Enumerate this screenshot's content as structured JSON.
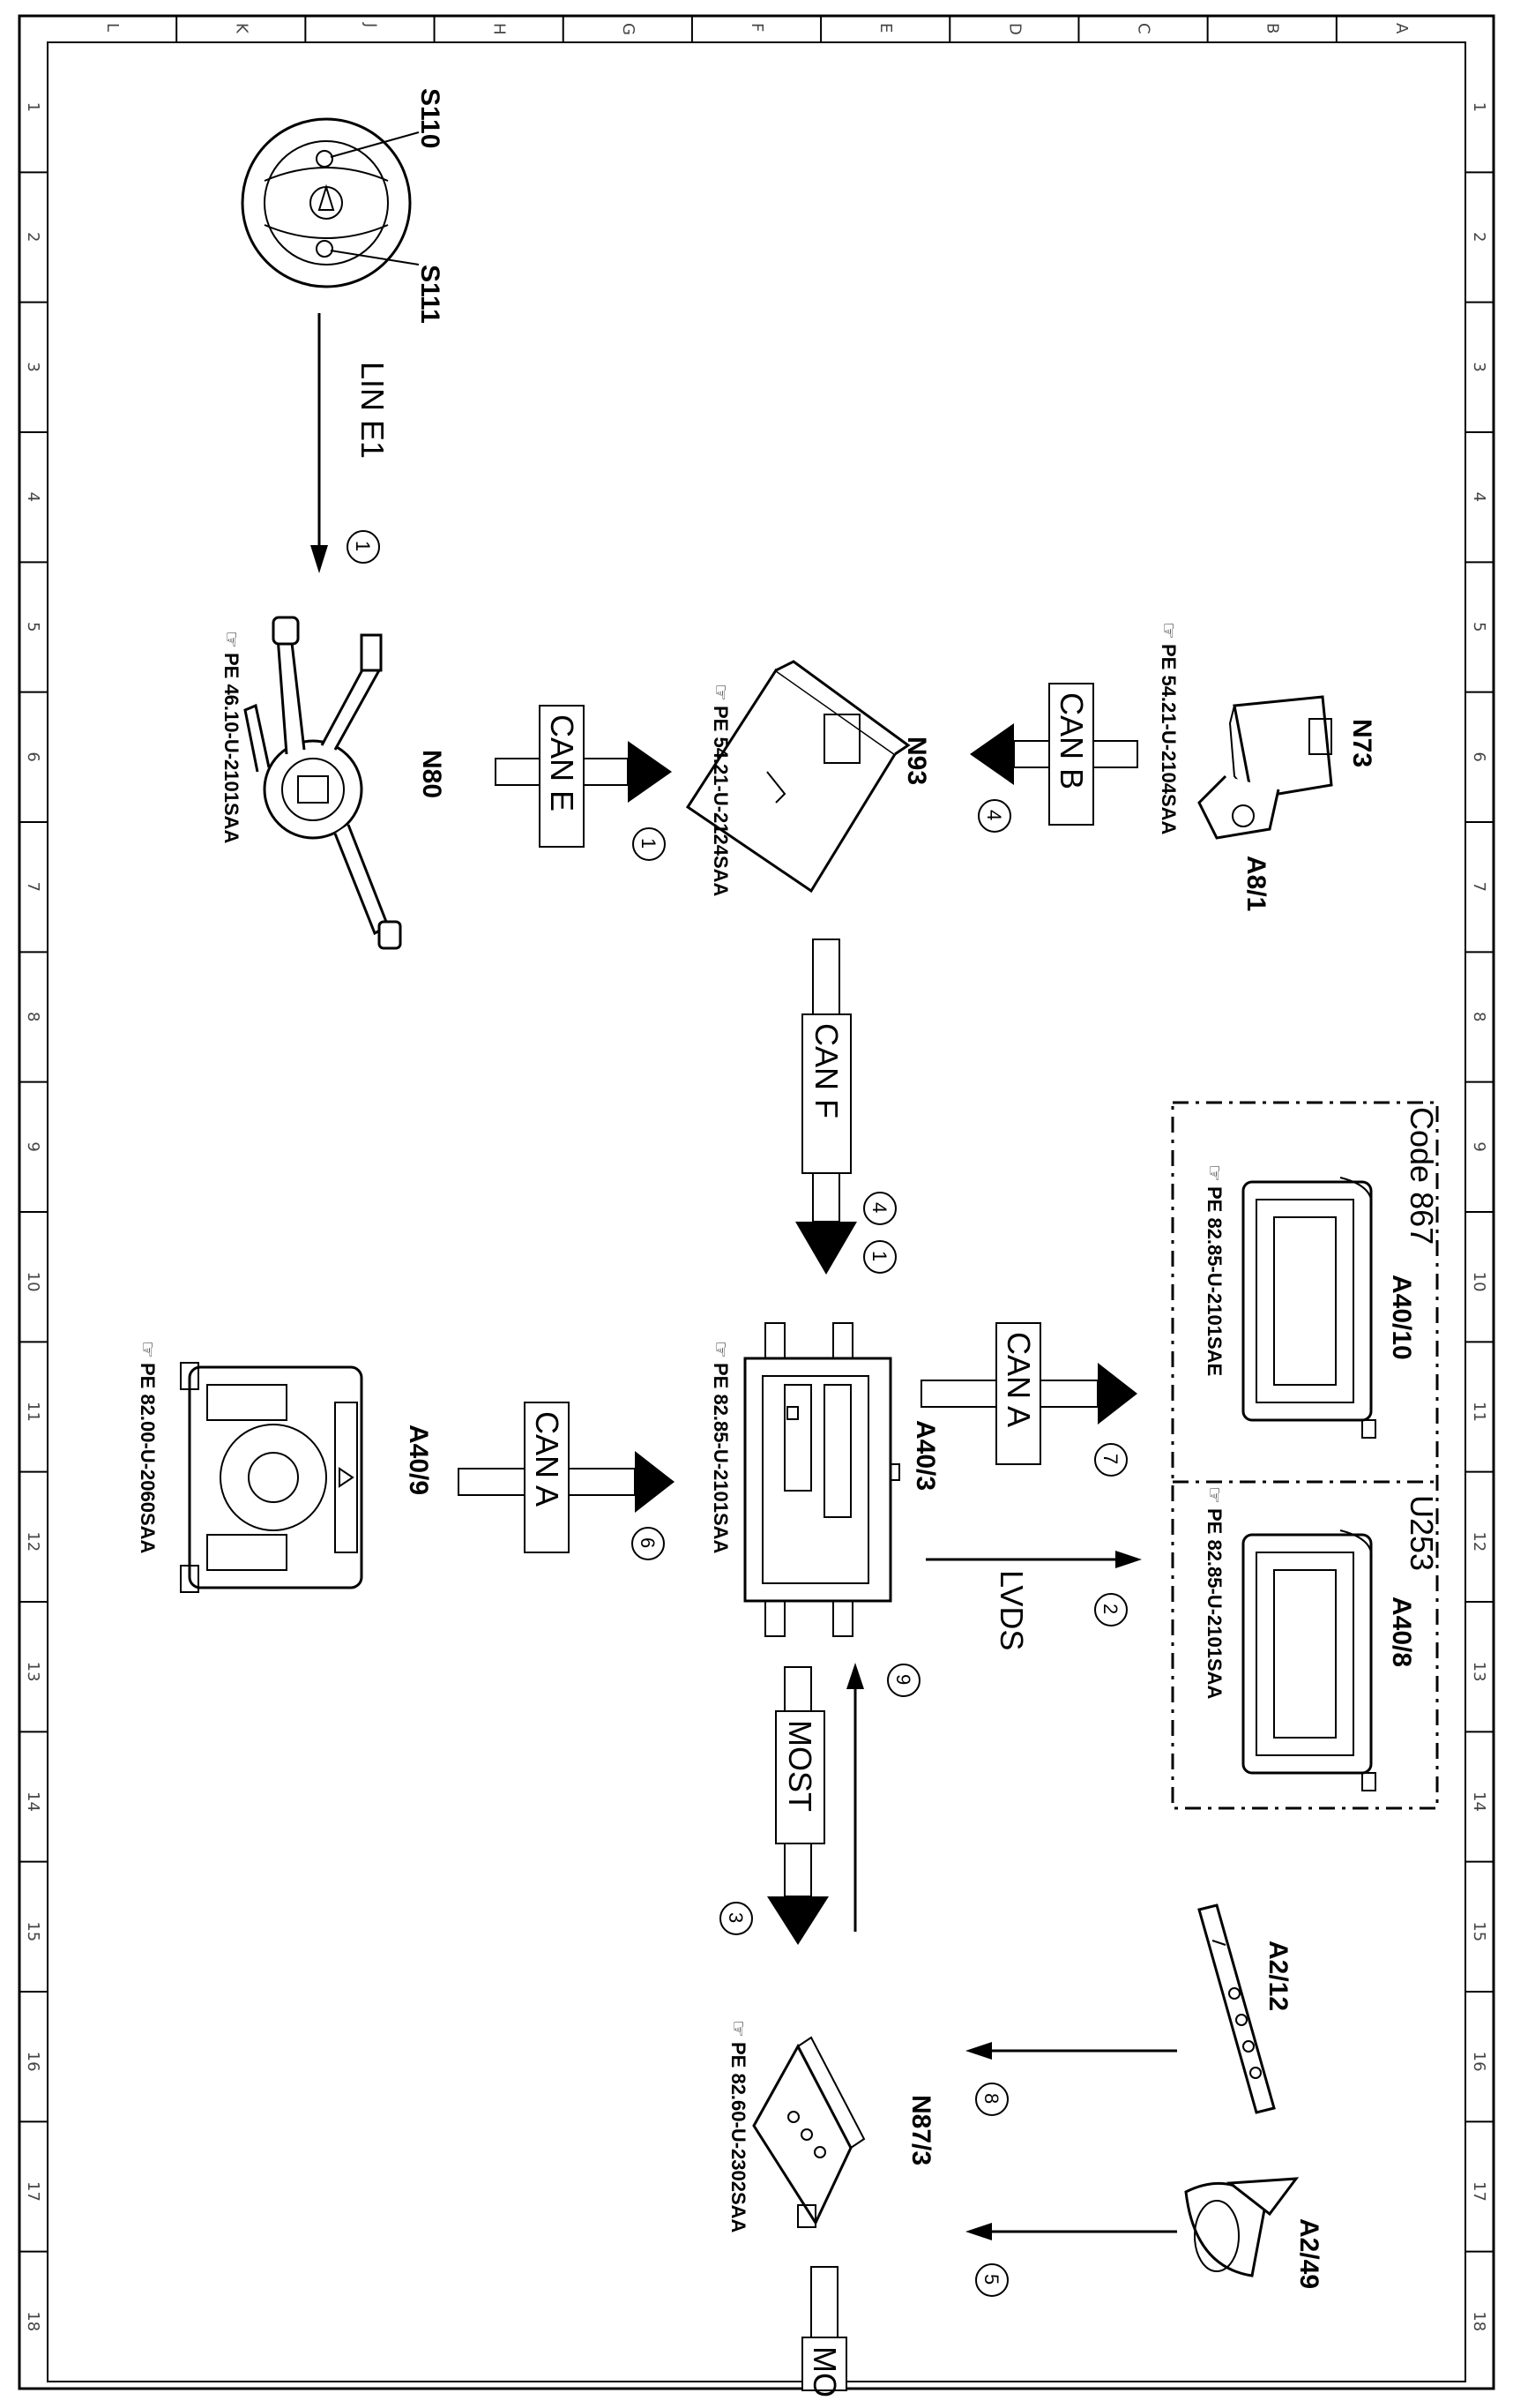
{
  "grid": {
    "columns": [
      "L",
      "K",
      "J",
      "H",
      "G",
      "F",
      "E",
      "D",
      "C",
      "B",
      "A"
    ],
    "rows": [
      "1",
      "2",
      "3",
      "4",
      "5",
      "6",
      "7",
      "8",
      "9",
      "10",
      "11",
      "12",
      "13",
      "14",
      "15",
      "16",
      "17",
      "18"
    ]
  },
  "components": {
    "S110": "S110",
    "S111": "S111",
    "N80": "N80",
    "N80_ref": "PE 46.10-U-2101SAA",
    "N93": "N93",
    "N93_ref": "PE 54.21-U-2124SAA",
    "N73": "N73",
    "A8_1": "A8/1",
    "N73_ref": "PE 54.21-U-2104SAA",
    "A40_9": "A40/9",
    "A40_9_ref": "PE 82.00-U-2060SAA",
    "A40_3": "A40/3",
    "A40_3_ref": "PE 82.85-U-2101SAA",
    "code_867": "Code 867",
    "A40_10": "A40/10",
    "A40_10_ref": "PE 82.85-U-2101SAE",
    "U253": "U253",
    "A40_8": "A40/8",
    "A40_8_ref": "PE 82.85-U-2101SAA",
    "N87_3": "N87/3",
    "N87_3_ref": "PE 82.60-U-2302SAA",
    "A2_12": "A2/12",
    "A2_49": "A2/49"
  },
  "buses": {
    "lin_e1": "LIN E1",
    "can_e": "CAN E",
    "can_b": "CAN B",
    "can_f": "CAN F",
    "can_a_top": "CAN A",
    "can_a_left": "CAN A",
    "lvds": "LVDS",
    "most": "MOST",
    "most_cut": "MO"
  },
  "markers": {
    "m1_lin": "1",
    "m1_cane": "1",
    "m4_canb": "4",
    "m4_canf": "4",
    "m1_canf": "1",
    "m7": "7",
    "m6": "6",
    "m2": "2",
    "m9": "9",
    "m3": "3",
    "m8": "8",
    "m5": "5"
  }
}
